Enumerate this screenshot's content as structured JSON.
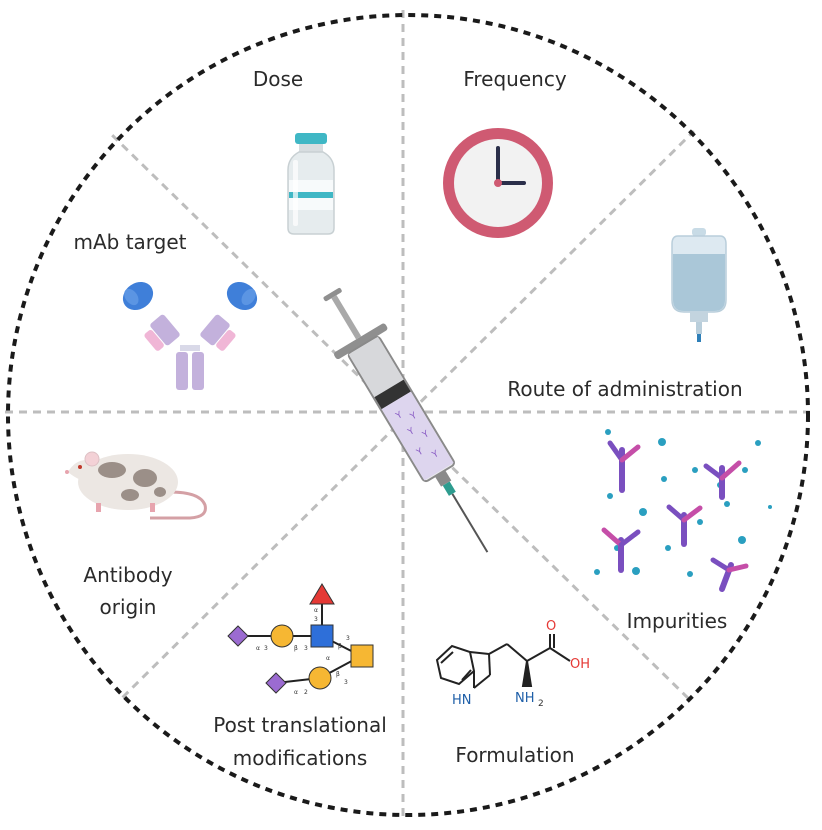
{
  "segments": {
    "dose": "Dose",
    "frequency": "Frequency",
    "route_of_administration": "Route of administration",
    "impurities": "Impurities",
    "formulation": "Formulation",
    "post_translational_line1": "Post translational",
    "post_translational_line2": "modifications",
    "antibody_origin_line1": "Antibody",
    "antibody_origin_line2": "origin",
    "mab_target": "mAb target"
  },
  "glycan_linkages": [
    "α",
    "3",
    "β",
    "3",
    "α",
    "3",
    "β",
    "3",
    "α",
    "2",
    "β",
    "3",
    "α"
  ],
  "molecule": {
    "oxygen": "O",
    "hydroxyl": "OH",
    "indole_nh": "HN",
    "amine": "NH",
    "amine_subscript": "2"
  },
  "colors": {
    "border": "#1a1a1a",
    "divider": "#bdbdbd",
    "clock_rim": "#cf5a72",
    "antibody_blue": "#3f7fd9",
    "antibody_purple": "#c3b1dc",
    "glycan_purple": "#9b6bd1",
    "glycan_yellow": "#f6b733",
    "glycan_blue": "#2e6fd9",
    "glycan_red": "#e53935"
  }
}
